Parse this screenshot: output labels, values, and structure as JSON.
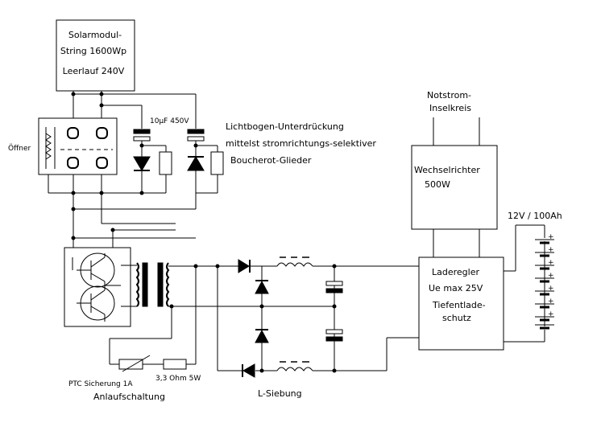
{
  "solar": {
    "line1": "Solarmodul-",
    "line2": "String 1600Wp",
    "line3": "Leerlauf 240V"
  },
  "oeffner": "Öffner",
  "capacitor": "10µF 450V",
  "arc": {
    "line1": "Lichtbogen-Unterdrückung",
    "line2": "mittelst stromrichtungs-selektiver",
    "line3": "Boucherot-Glieder"
  },
  "notstrom": {
    "line1": "Notstrom-",
    "line2": "Inselkreis"
  },
  "inverter": {
    "line1": "Wechselrichter",
    "line2": "500W"
  },
  "battery": "12V / 100Ah",
  "charger": {
    "line1": "Laderegler",
    "line2": "Ue max 25V",
    "line3": "Tiefentlade-",
    "line4": "schutz"
  },
  "ptc": "PTC Sicherung 1A",
  "resistor": "3,3 Ohm 5W",
  "startup": "Anlaufschaltung",
  "lfilter": "L-Siebung",
  "plus": "+"
}
